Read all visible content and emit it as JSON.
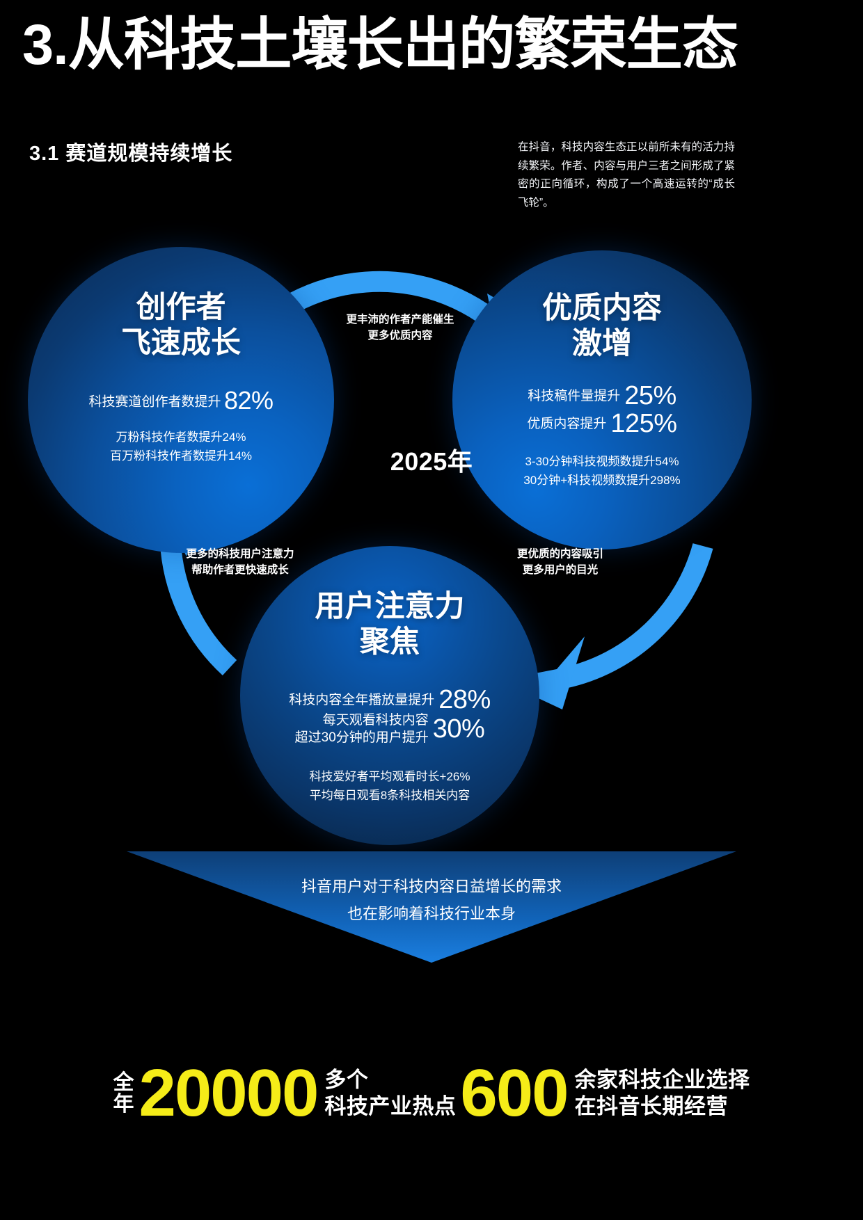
{
  "header": {
    "title": "3.从科技土壤长出的繁荣生态",
    "subtitle": "3.1 赛道规模持续增长",
    "intro": "在抖音，科技内容生态正以前所未有的活力持续繁荣。作者、内容与用户三者之间形成了紧密的正向循环，构成了一个高速运转的“成长飞轮”。"
  },
  "flywheel": {
    "center_year": "2025年",
    "nodes": [
      {
        "id": "creator",
        "title_line1": "创作者",
        "title_line2": "飞速成长",
        "main_label": "科技赛道创作者数提升",
        "main_value": "82%",
        "sub_lines": [
          "万粉科技作者数提升24%",
          "百万粉科技作者数提升14%"
        ]
      },
      {
        "id": "content",
        "title_line1": "优质内容",
        "title_line2": "激增",
        "pair": [
          {
            "label": "科技稿件量提升",
            "value": "25%"
          },
          {
            "label": "优质内容提升",
            "value": "125%"
          }
        ],
        "sub_lines": [
          "3-30分钟科技视频数提升54%",
          "30分钟+科技视频数提升298%"
        ]
      },
      {
        "id": "attention",
        "title_line1": "用户注意力",
        "title_line2": "聚焦",
        "pair": [
          {
            "label": "科技内容全年播放量提升",
            "value": "28%"
          },
          {
            "label": "每天观看科技内容\n超过30分钟的用户提升",
            "value": "30%"
          }
        ],
        "sub_lines": [
          "科技爱好者平均观看时长+26%",
          "平均每日观看8条科技相关内容"
        ]
      }
    ],
    "arrows": [
      {
        "id": "creator-to-content",
        "line1": "更丰沛的作者产能催生",
        "line2": "更多优质内容"
      },
      {
        "id": "content-to-attention",
        "line1": "更优质的内容吸引",
        "line2": "更多用户的目光"
      },
      {
        "id": "attention-to-creator",
        "line1": "更多的科技用户注意力",
        "line2": "帮助作者更快速成长"
      }
    ]
  },
  "banner": {
    "line1": "抖音用户对于科技内容日益增长的需求",
    "line2": "也在影响着科技行业本身"
  },
  "footer": {
    "groups": [
      {
        "prefix_line1": "全",
        "prefix_line2": "年",
        "big": "20000",
        "suffix_line1": "多个",
        "suffix_line2": "科技产业热点"
      },
      {
        "prefix_line1": "",
        "prefix_line2": "",
        "big": "600",
        "suffix_line1": "余家科技企业选择",
        "suffix_line2": "在抖音长期经营"
      }
    ]
  },
  "colors": {
    "background": "#000000",
    "arrow_blue": "#35a0f5",
    "bubble_blue": "#0a62c0",
    "highlight_yellow": "#f5ec18",
    "text_white": "#ffffff"
  }
}
